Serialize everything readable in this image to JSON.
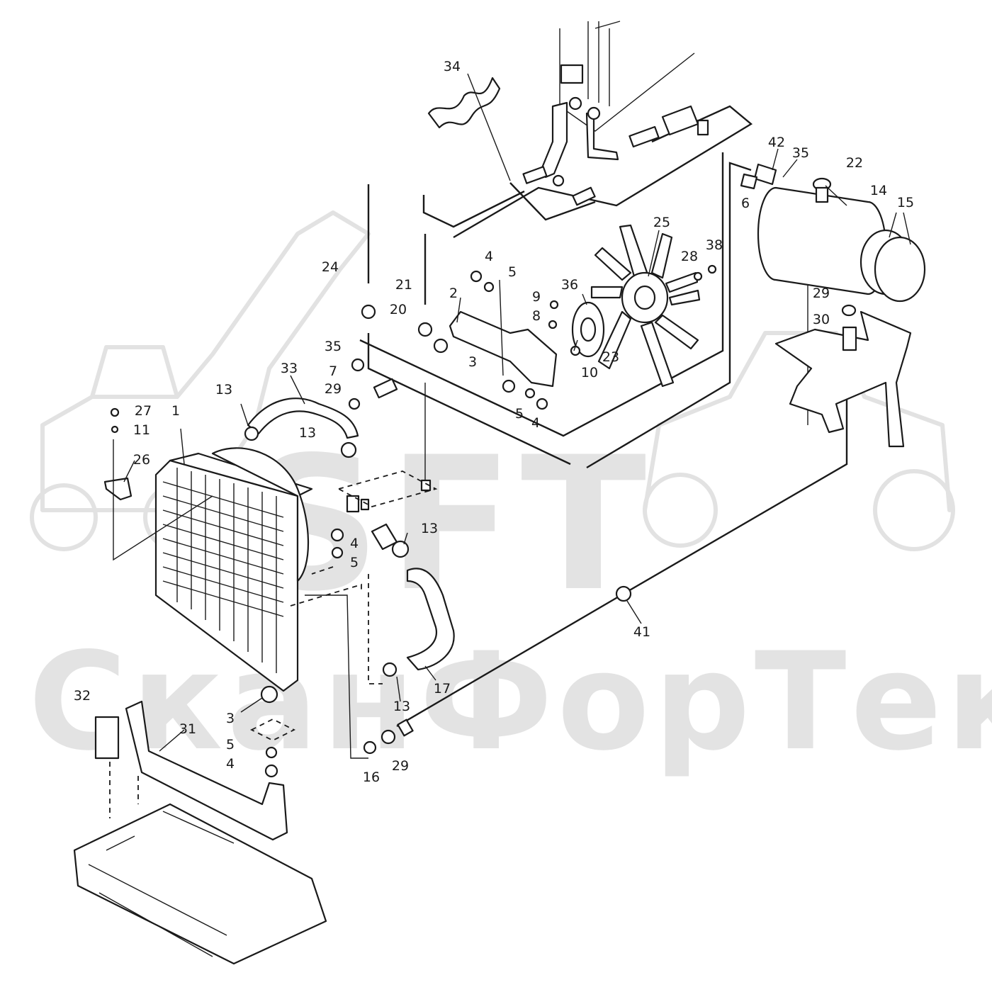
{
  "watermark": {
    "logo": "SFT",
    "name": "СканФорТек"
  },
  "callouts": [
    {
      "id": "c-34",
      "text": "34"
    },
    {
      "id": "c-42",
      "text": "42"
    },
    {
      "id": "c-35a",
      "text": "35"
    },
    {
      "id": "c-22",
      "text": "22"
    },
    {
      "id": "c-14",
      "text": "14"
    },
    {
      "id": "c-15",
      "text": "15"
    },
    {
      "id": "c-6",
      "text": "6"
    },
    {
      "id": "c-25",
      "text": "25"
    },
    {
      "id": "c-28",
      "text": "28"
    },
    {
      "id": "c-38",
      "text": "38"
    },
    {
      "id": "c-4a",
      "text": "4"
    },
    {
      "id": "c-5a",
      "text": "5"
    },
    {
      "id": "c-24",
      "text": "24"
    },
    {
      "id": "c-21",
      "text": "21"
    },
    {
      "id": "c-2",
      "text": "2"
    },
    {
      "id": "c-9",
      "text": "9"
    },
    {
      "id": "c-36",
      "text": "36"
    },
    {
      "id": "c-8",
      "text": "8"
    },
    {
      "id": "c-20",
      "text": "20"
    },
    {
      "id": "c-29a",
      "text": "29"
    },
    {
      "id": "c-30",
      "text": "30"
    },
    {
      "id": "c-23",
      "text": "23"
    },
    {
      "id": "c-10",
      "text": "10"
    },
    {
      "id": "c-3a",
      "text": "3"
    },
    {
      "id": "c-35b",
      "text": "35"
    },
    {
      "id": "c-33",
      "text": "33"
    },
    {
      "id": "c-7",
      "text": "7"
    },
    {
      "id": "c-29b",
      "text": "29"
    },
    {
      "id": "c-13a",
      "text": "13"
    },
    {
      "id": "c-5b",
      "text": "5"
    },
    {
      "id": "c-4b",
      "text": "4"
    },
    {
      "id": "c-27",
      "text": "27"
    },
    {
      "id": "c-1",
      "text": "1"
    },
    {
      "id": "c-11",
      "text": "11"
    },
    {
      "id": "c-13b",
      "text": "13"
    },
    {
      "id": "c-26",
      "text": "26"
    },
    {
      "id": "c-13c",
      "text": "13"
    },
    {
      "id": "c-4c",
      "text": "4"
    },
    {
      "id": "c-5c",
      "text": "5"
    },
    {
      "id": "c-41",
      "text": "41"
    },
    {
      "id": "c-17",
      "text": "17"
    },
    {
      "id": "c-32",
      "text": "32"
    },
    {
      "id": "c-13d",
      "text": "13"
    },
    {
      "id": "c-31",
      "text": "31"
    },
    {
      "id": "c-3b",
      "text": "3"
    },
    {
      "id": "c-5d",
      "text": "5"
    },
    {
      "id": "c-4d",
      "text": "4"
    },
    {
      "id": "c-16",
      "text": "16"
    },
    {
      "id": "c-29c",
      "text": "29"
    }
  ]
}
